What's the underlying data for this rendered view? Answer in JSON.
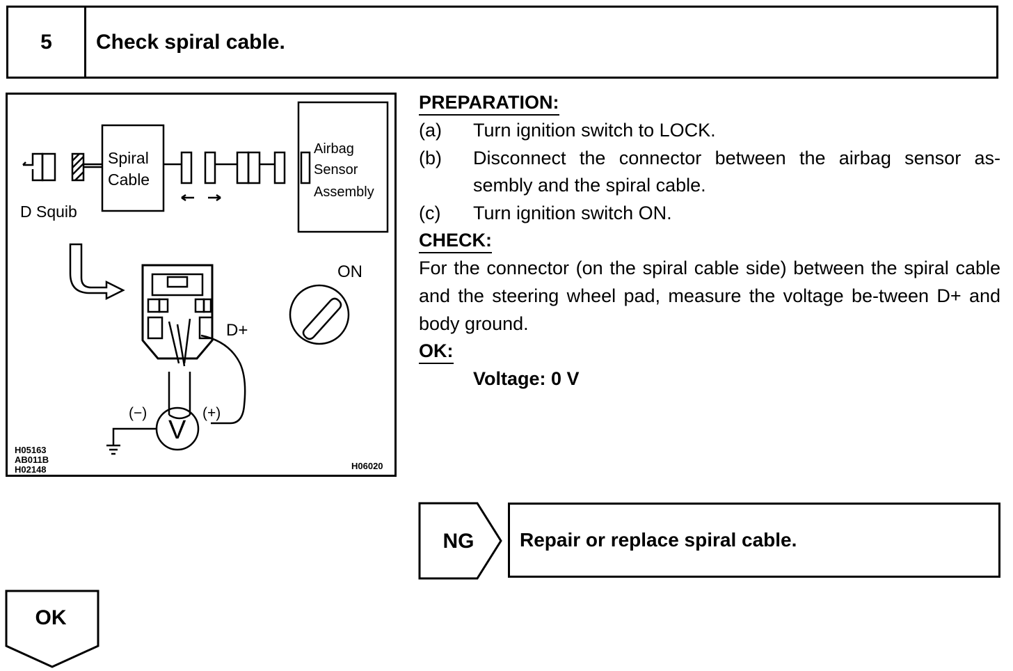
{
  "step": {
    "number": "5",
    "title": "Check spiral cable."
  },
  "figure": {
    "labels": {
      "spiral_line1": "Spiral",
      "spiral_line2": "Cable",
      "airbag_line1": "Airbag",
      "airbag_line2": "Sensor",
      "airbag_line3": "Assembly",
      "d_squib": "D Squib",
      "on": "ON",
      "d_plus": "D+",
      "minus": "(−)",
      "plus": "(+)",
      "voltmeter": "V"
    },
    "codes": [
      "H05163",
      "AB011B",
      "H02148"
    ],
    "code_right": "H06020"
  },
  "preparation": {
    "heading": "PREPARATION:",
    "items": [
      {
        "label": "(a)",
        "text": "Turn ignition switch to LOCK."
      },
      {
        "label": "(b)",
        "text": "Disconnect the connector between the airbag sensor as-sembly and the spiral cable."
      },
      {
        "label": "(c)",
        "text": "Turn ignition switch ON."
      }
    ]
  },
  "check": {
    "heading": "CHECK:",
    "text": "For the connector (on the spiral cable side) between the spiral cable and the steering wheel pad, measure the voltage be-tween D+ and body ground."
  },
  "ok_spec": {
    "heading": "OK:",
    "value": "Voltage: 0 V"
  },
  "ng": {
    "label": "NG",
    "action": "Repair or replace spiral cable."
  },
  "ok": {
    "label": "OK"
  }
}
